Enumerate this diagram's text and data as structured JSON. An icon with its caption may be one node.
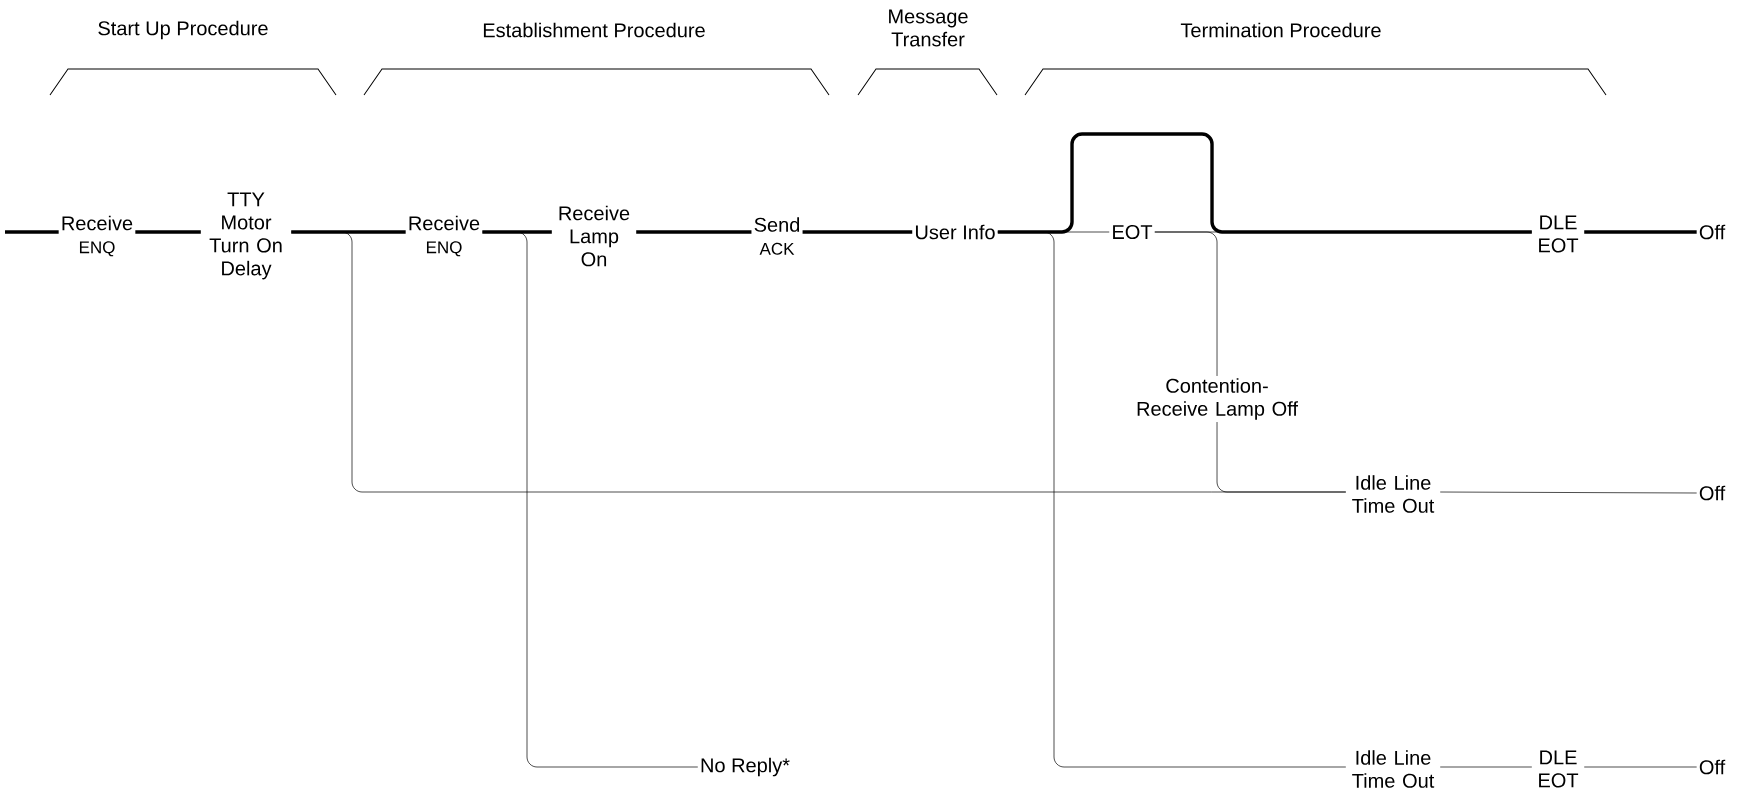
{
  "diagram": {
    "nodes": [
      {
        "text": [
          "Receive",
          "ENQ"
        ]
      },
      {
        "text": [
          "TTY Motor Turn On Delay"
        ]
      },
      {
        "text": [
          "Receive",
          "ENQ"
        ]
      },
      {
        "text": [
          "Receive Lamp On"
        ]
      },
      {
        "text": [
          "Send",
          "ACK"
        ]
      },
      {
        "text": [
          "User Info"
        ]
      },
      {
        "text": [
          "EOT"
        ]
      },
      {
        "text": [
          "DLE EOT"
        ]
      },
      {
        "text": [
          "Off"
        ]
      },
      {
        "text": [
          "Contention- Receive Lamp Off"
        ]
      },
      {
        "text": [
          "Idle Line Time Out"
        ]
      },
      {
        "text": [
          "Off"
        ]
      },
      {
        "text": [
          "No Reply*"
        ]
      },
      {
        "text": [
          "Idle Line Time Out"
        ]
      },
      {
        "text": [
          "DLE EOT"
        ]
      },
      {
        "text": [
          "Off"
        ]
      }
    ],
    "edges": [
      {
        "from": null,
        "to": 0,
        "arrow": "none",
        "style": "thick"
      },
      {
        "from": 0,
        "to": 1,
        "arrow": "none",
        "style": "thick"
      },
      {
        "from": 1,
        "to": 2,
        "arrow": "none",
        "style": "thick"
      },
      {
        "from": 2,
        "to": 3,
        "arrow": "none",
        "style": "thick"
      },
      {
        "from": 3,
        "to": 4,
        "arrow": "none",
        "style": "thick"
      },
      {
        "from": 4,
        "to": 5,
        "arrow": "none",
        "style": "thick"
      },
      {
        "from": 5,
        "to": 6,
        "arrow": "none"
      },
      {
        "from": 5,
        "to": 7,
        "arrow": "none",
        "style": "thick"
      },
      {
        "from": 6,
        "to": 7,
        "arrow": "none"
      },
      {
        "from": 7,
        "to": 8,
        "arrow": "none",
        "style": "thick"
      },
      {
        "from": 6,
        "to": 9,
        "arrow": "none"
      },
      {
        "from": 9,
        "to": 10,
        "arrow": "none"
      },
      {
        "from": 1,
        "to": 10,
        "arrow": "none"
      },
      {
        "from": 10,
        "to": 11,
        "arrow": "none"
      },
      {
        "from": 2,
        "to": 12,
        "arrow": "none"
      },
      {
        "from": 5,
        "to": 13,
        "arrow": "none"
      },
      {
        "from": 13,
        "to": 14,
        "arrow": "none"
      },
      {
        "from": 14,
        "to": 15,
        "arrow": "none"
      }
    ],
    "labels": [
      "Start Up Procedure",
      "Establishment Procedure",
      "Message Transfer",
      "Termination Procedure"
    ]
  }
}
